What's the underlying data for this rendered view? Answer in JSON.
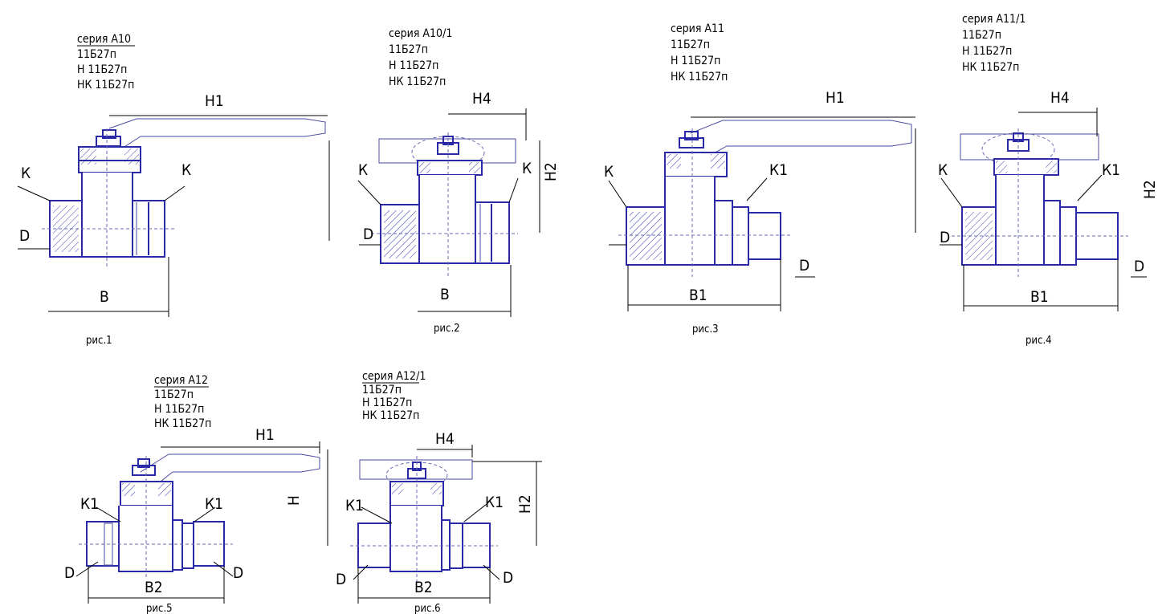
{
  "colors": {
    "outline": "#2a2aa8",
    "dimension": "#000000",
    "background": "#ffffff"
  },
  "figures": [
    {
      "caption": "рис.1",
      "series": [
        "серия А10",
        "11Б27п",
        "Н 11Б27п",
        "НК 11Б27п"
      ],
      "labels": {
        "handle": "Н1",
        "nut_left": "К",
        "nut_right": "К",
        "diameter_left": "D",
        "length": "В"
      }
    },
    {
      "caption": "рис.2",
      "series": [
        "серия А10/1",
        "11Б27п",
        "Н 11Б27п",
        "НК 11Б27п"
      ],
      "labels": {
        "handle": "Н4",
        "nut_left": "К",
        "nut_right": "К",
        "height": "Н2",
        "diameter_left": "D",
        "length": "В"
      }
    },
    {
      "caption": "рис.3",
      "series": [
        "серия А11",
        "11Б27п",
        "Н 11Б27п",
        "НК 11Б27п"
      ],
      "labels": {
        "handle": "Н1",
        "nut_left": "К",
        "nut_right": "К1",
        "diameter_right": "D",
        "length": "В1"
      }
    },
    {
      "caption": "рис.4",
      "series": [
        "серия А11/1",
        "11Б27п",
        "Н 11Б27п",
        "НК 11Б27п"
      ],
      "labels": {
        "handle": "Н4",
        "nut_left": "К",
        "nut_right": "К1",
        "height": "Н2",
        "diameter_left": "D",
        "diameter_right": "D",
        "length": "В1"
      }
    },
    {
      "caption": "рис.5",
      "series": [
        "серия А12",
        "11Б27п",
        "Н 11Б27п",
        "НК 11Б27п"
      ],
      "labels": {
        "handle": "Н1",
        "nut_left": "К1",
        "nut_right": "К1",
        "height": "Н",
        "diameter_left": "D",
        "diameter_right": "D",
        "length": "В2"
      }
    },
    {
      "caption": "рис.6",
      "series": [
        "серия А12/1",
        "11Б27п",
        "Н 11Б27п",
        "НК 11Б27п"
      ],
      "labels": {
        "handle": "Н4",
        "nut_left": "К1",
        "nut_right": "К1",
        "height": "Н2",
        "diameter_left": "D",
        "diameter_right": "D",
        "length": "В2"
      }
    }
  ]
}
